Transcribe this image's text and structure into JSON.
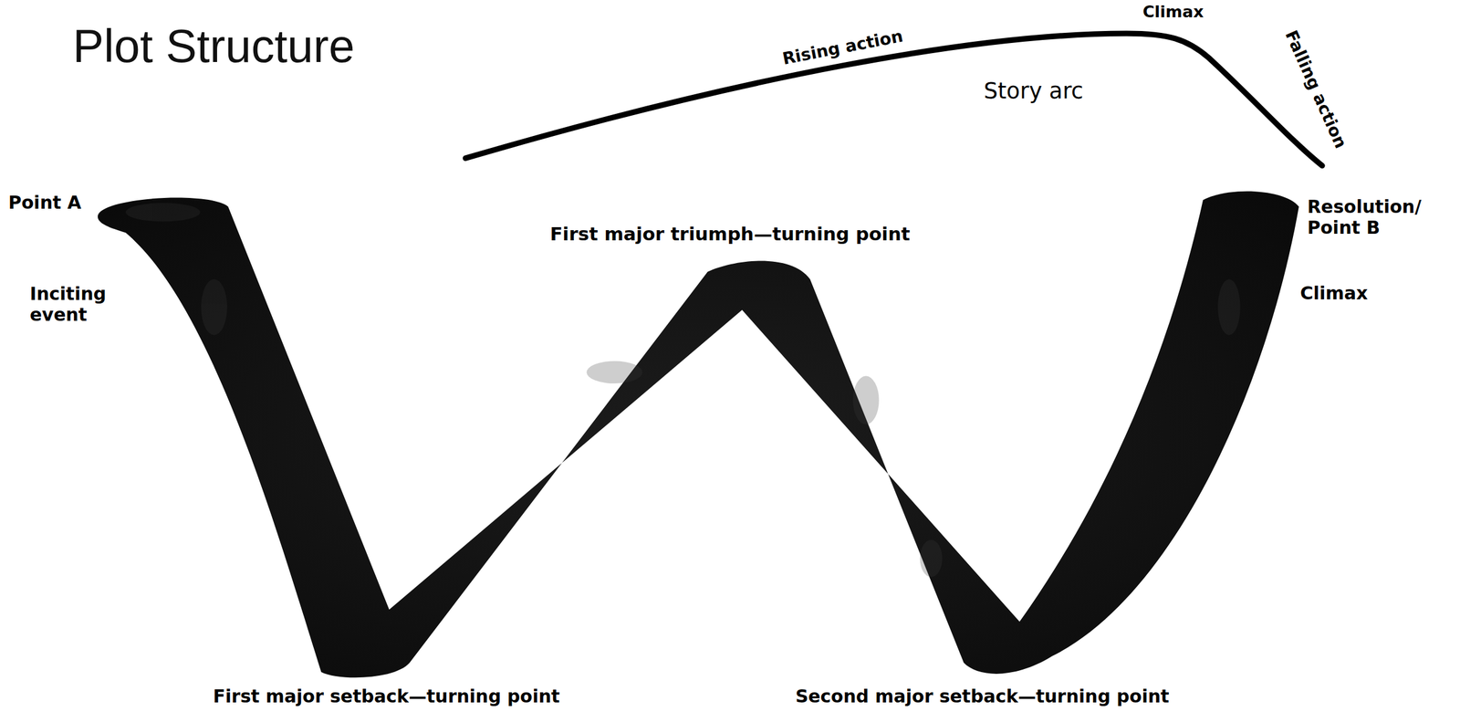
{
  "diagram": {
    "title": "Plot Structure",
    "labels": [
      "Rising action",
      "Climax",
      "Falling action",
      "Story arc",
      "Point A",
      "Inciting event",
      "First major triumph—turning point",
      "Resolution/ Point B",
      "Climax",
      "First major setback—turning point",
      "Second major setback—turning point"
    ]
  }
}
